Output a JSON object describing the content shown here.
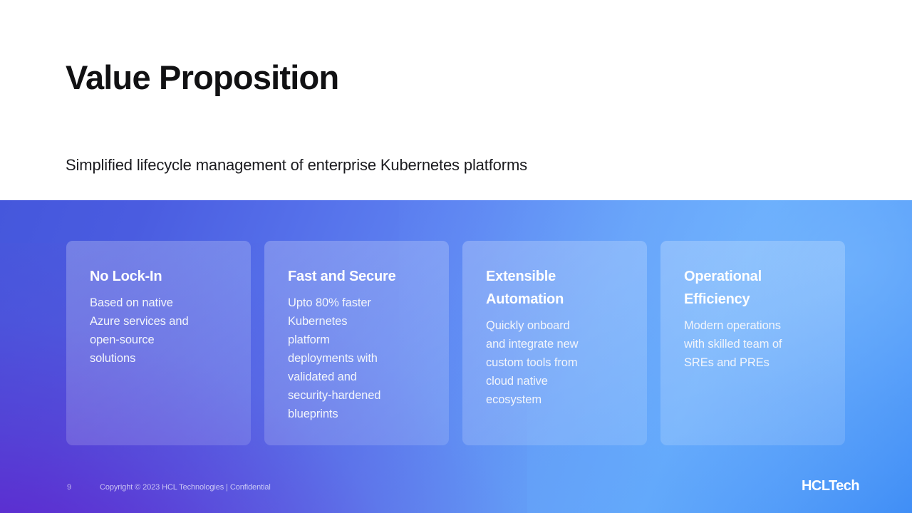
{
  "slide": {
    "title": "Value Proposition",
    "subtitle": "Simplified lifecycle management of enterprise Kubernetes platforms",
    "background": {
      "top_band_color": "#ffffff",
      "gradient_from": "#4557dc",
      "gradient_purple": "#5a21c0",
      "gradient_to": "#3b8bf5",
      "gradient_highlight": "#62a9fb"
    }
  },
  "cards": [
    {
      "title": "No Lock-In",
      "body": "Based on native Azure services and open-source solutions",
      "body_lines": [
        "Based on native",
        "Azure services and",
        "open-source",
        "solutions"
      ]
    },
    {
      "title": "Fast and Secure",
      "body": "Upto 80% faster Kubernetes platform deployments with validated and security-hardened blueprints",
      "body_lines": [
        "Upto 80% faster",
        "Kubernetes",
        "platform",
        "deployments with",
        "validated and",
        "security-hardened",
        "blueprints"
      ]
    },
    {
      "title": "Extensible Automation",
      "title_lines": [
        "Extensible",
        "Automation"
      ],
      "body": "Quickly onboard and integrate new custom tools from cloud native ecosystem",
      "body_lines": [
        "Quickly onboard",
        "and integrate new",
        "custom tools from",
        "cloud native",
        "ecosystem"
      ]
    },
    {
      "title": "Operational Efficiency",
      "title_lines": [
        "Operational",
        "Efficiency"
      ],
      "body": "Modern operations with skilled team of SREs and PREs",
      "body_lines": [
        "Modern operations",
        "with skilled team of",
        "SREs and PREs"
      ]
    }
  ],
  "footer": {
    "page_number": "9",
    "copyright": "Copyright © 2023 HCL Technologies | Confidential",
    "brand": "HCLTech"
  }
}
